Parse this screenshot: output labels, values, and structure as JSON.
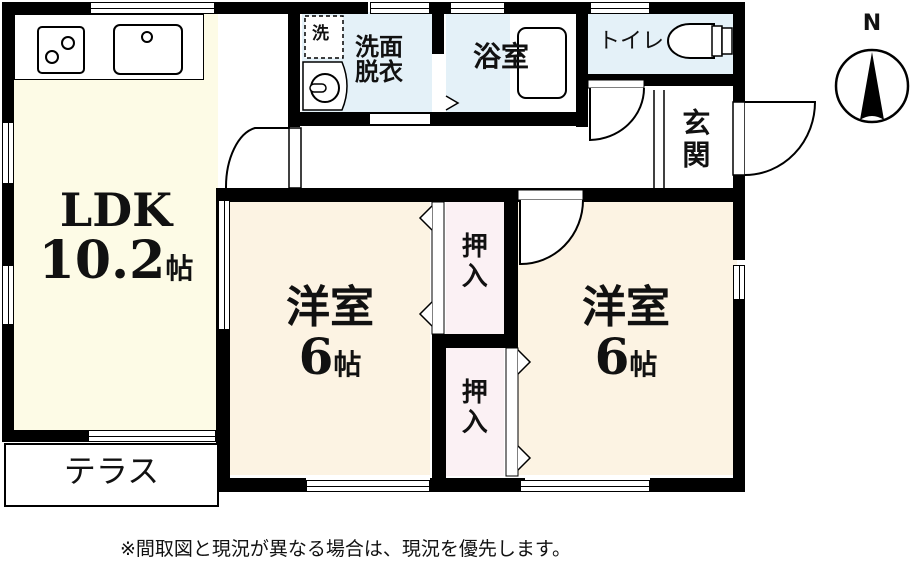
{
  "floor_plan": {
    "compass": {
      "label": "N"
    },
    "rooms": {
      "ldk": {
        "name": "LDK",
        "size": "10.2",
        "unit": "帖",
        "color": "#fdfbe6"
      },
      "western1": {
        "name": "洋室",
        "size": "6",
        "unit": "帖",
        "color": "#fcf3e3"
      },
      "western2": {
        "name": "洋室",
        "size": "6",
        "unit": "帖",
        "color": "#fcf3e3"
      },
      "closet1": {
        "name": "押入",
        "color": "#fbf1f4"
      },
      "closet2": {
        "name": "押入",
        "color": "#fbf1f4"
      },
      "washroom": {
        "name_line1": "洗面",
        "name_line2": "脱衣",
        "washer_label": "洗",
        "color": "#e4f1f8"
      },
      "bathroom": {
        "name": "浴室",
        "color": "#e4f1f8"
      },
      "toilet": {
        "name": "トイレ",
        "color": "#e4f1f8"
      },
      "entrance": {
        "name": "玄関",
        "color": "#ffffff"
      },
      "terrace": {
        "name": "テラス",
        "color": "#ffffff"
      }
    },
    "disclaimer": "※間取図と現況が異なる場合は、現況を優先します。"
  }
}
